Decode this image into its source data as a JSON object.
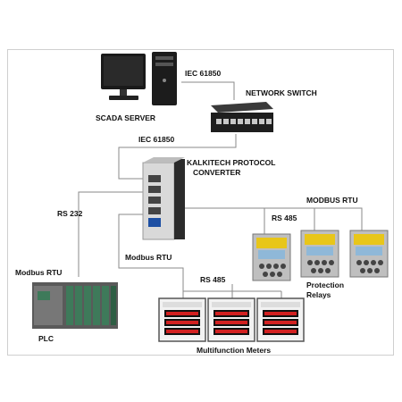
{
  "labels": {
    "scada_server": "SCADA SERVER",
    "iec_top": "IEC 61850",
    "network_switch": "NETWORK SWITCH",
    "iec_mid": "IEC 61850",
    "converter_line1": "KALKITECH PROTOCOL",
    "converter_line2": "CONVERTER",
    "modbus_rtu_right": "MODBUS RTU",
    "rs232": "RS 232",
    "rs485_right": "RS 485",
    "modbus_rtu_left": "Modbus RTU",
    "modbus_rtu_mid": "Modbus RTU",
    "protection_line1": "Protection",
    "protection_line2": "Relays",
    "rs485_bottom": "RS 485",
    "plc": "PLC",
    "multifunction_meters": "Multifunction Meters"
  },
  "colors": {
    "line": "#8a8a8a",
    "frame": "#cfcfcf",
    "relay_yellow": "#e8c619",
    "relay_blue": "#8fb8d8",
    "plc_green": "#3e7a5a",
    "converter_blue": "#1d4fa3",
    "meter_red": "#d12020"
  }
}
